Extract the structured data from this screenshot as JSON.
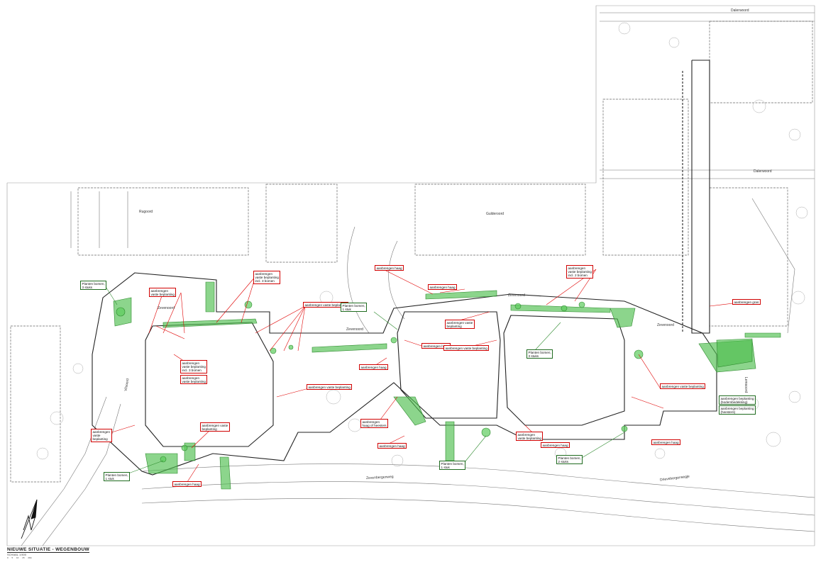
{
  "colors": {
    "red_label_border": "#d00000",
    "green_label_border": "#1f6b1f",
    "green_area": "#4fbf4f",
    "linework": "#555555"
  },
  "drawing": {
    "title": "NIEUWE SITUATIE - WEGENBOUW",
    "scale": "SCHAAL 1:500",
    "scale_bar": "0  5  10  15  20m"
  },
  "streets": [
    "Dalerwoord",
    "Dalerwoord",
    "Rugoord",
    "Gulderoord",
    "Zevenoord",
    "Zevenoord",
    "Zevenoord",
    "Vilsoord",
    "Zevenoord",
    "Drievebergerwegje",
    "Zevenbergenweg",
    "Lemsoord"
  ],
  "red_labels": [
    "aanbrengen haag",
    "aanbrengen\nvaste beplanting\nincl. 2 bomen",
    "aanbrengen\nvaste beplanting\nincl. 3 bomen",
    "aanbrengen\nvaste beplanting",
    "aanbrengen vaste beplanting",
    "aanbrengen haag",
    "aanbrengen vaste\nbeplanting",
    "aanbrengen haag",
    "aanbrengen\nvaste beplanting\nincl. 3 bomen",
    "aanbrengen\nvaste beplanting",
    "aanbrengen vaste beplanting",
    "aanbrengen\nhaag of heesters",
    "aanbrengen vaste beplanting",
    "aanbrengen\nvaste\nbeplanting",
    "aanbrengen haag",
    "aanbrengen vaste\nbeplanting",
    "aanbrengen haag",
    "aanbrengen haag",
    "aanbrengen\nvaste beplanting",
    "aanbrengen haag",
    "aanbrengen gras",
    "aanbrengen haag",
    "aanbrengen vaste beplanting"
  ],
  "green_labels": [
    "Planten bomen,\n3 stuks",
    "Planten bomen,\n1 stuk",
    "Planten bomen,\n3 stuks",
    "Planten bomen,\n1 stuk",
    "Planten bomen,\n2 stuks",
    "Planten bomen,\n1 stuk",
    "aanbrengen beplanting\n(bodembedekking)",
    "aanbrengen beplanting\n(heesters)"
  ]
}
